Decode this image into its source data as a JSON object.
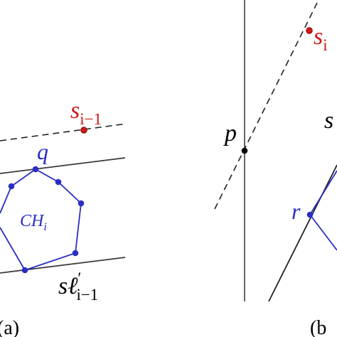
{
  "colors": {
    "hull": "#2a2fc2",
    "red": "#d01818",
    "line": "#3a3a3a",
    "black": "#000000"
  },
  "panel_a": {
    "label": "(a)",
    "s_prev": {
      "base": "s",
      "sub": "i−1"
    },
    "q": "q",
    "ch": {
      "base": "CH",
      "sub": "i"
    },
    "sl": {
      "base": "sℓ",
      "prime": "′",
      "sub": "i−1"
    }
  },
  "panel_b": {
    "label": "(b",
    "s_i": {
      "base": "s",
      "sub": "i"
    },
    "p": "p",
    "s_partial": "s",
    "r": "r"
  }
}
